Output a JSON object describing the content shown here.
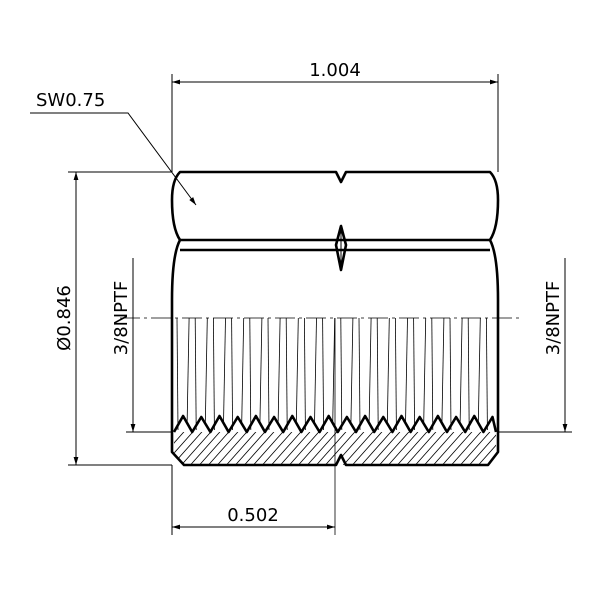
{
  "dimensions": {
    "overall_length": "1.004",
    "wrench_size": "SW0.75",
    "diameter": "Ø0.846",
    "thread_left": "3/8NPTF",
    "thread_right": "3/8NPTF",
    "half_length": "0.502"
  },
  "colors": {
    "line": "#000000",
    "background": "#ffffff"
  }
}
